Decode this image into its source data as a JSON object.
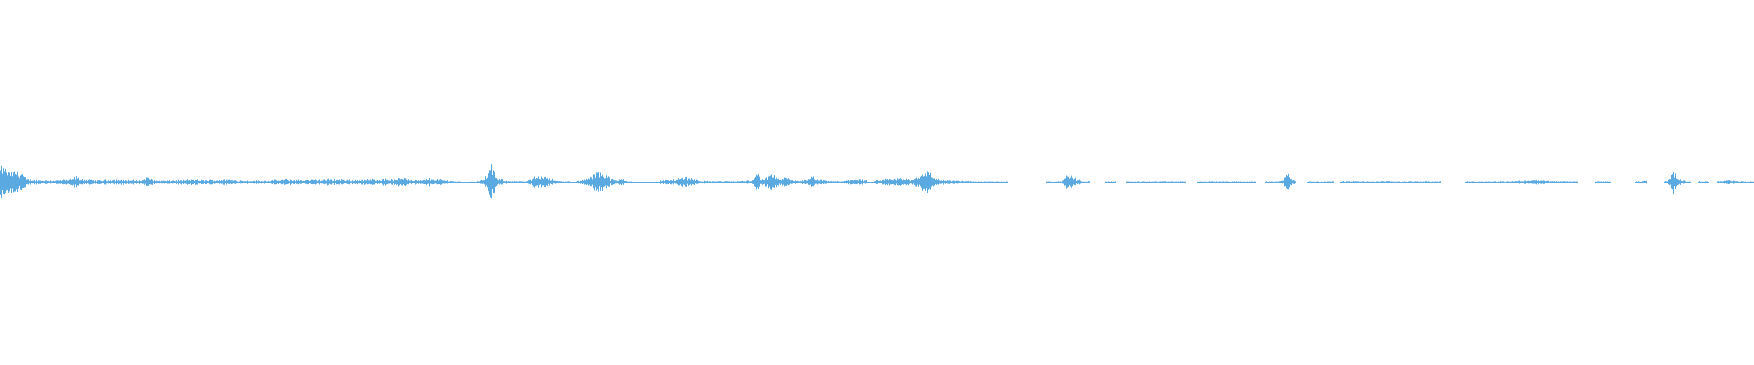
{
  "waveform": {
    "color": "#5aa9e0",
    "background": "#ffffff",
    "envelope": [
      [
        0.0,
        0.06
      ],
      [
        0.003,
        0.05
      ],
      [
        0.006,
        0.04
      ],
      [
        0.009,
        0.045
      ],
      [
        0.012,
        0.04
      ],
      [
        0.015,
        0.012
      ],
      [
        0.02,
        0.01
      ],
      [
        0.03,
        0.008
      ],
      [
        0.04,
        0.012
      ],
      [
        0.043,
        0.022
      ],
      [
        0.046,
        0.015
      ],
      [
        0.05,
        0.01
      ],
      [
        0.055,
        0.008
      ],
      [
        0.06,
        0.01
      ],
      [
        0.068,
        0.012
      ],
      [
        0.072,
        0.01
      ],
      [
        0.08,
        0.009
      ],
      [
        0.084,
        0.02
      ],
      [
        0.088,
        0.008
      ],
      [
        0.095,
        0.007
      ],
      [
        0.105,
        0.01
      ],
      [
        0.11,
        0.012
      ],
      [
        0.115,
        0.009
      ],
      [
        0.125,
        0.011
      ],
      [
        0.13,
        0.012
      ],
      [
        0.135,
        0.008
      ],
      [
        0.15,
        0.007
      ],
      [
        0.163,
        0.012
      ],
      [
        0.17,
        0.01
      ],
      [
        0.18,
        0.011
      ],
      [
        0.19,
        0.013
      ],
      [
        0.2,
        0.01
      ],
      [
        0.21,
        0.012
      ],
      [
        0.22,
        0.015
      ],
      [
        0.225,
        0.01
      ],
      [
        0.23,
        0.021
      ],
      [
        0.235,
        0.01
      ],
      [
        0.24,
        0.008
      ],
      [
        0.245,
        0.016
      ],
      [
        0.25,
        0.012
      ],
      [
        0.255,
        0.008
      ],
      [
        0.26,
        0.004
      ],
      [
        0.27,
        0.003
      ],
      [
        0.276,
        0.012
      ],
      [
        0.28,
        0.075
      ],
      [
        0.283,
        0.015
      ],
      [
        0.29,
        0.006
      ],
      [
        0.3,
        0.004
      ],
      [
        0.305,
        0.022
      ],
      [
        0.31,
        0.032
      ],
      [
        0.315,
        0.01
      ],
      [
        0.32,
        0.004
      ],
      [
        0.33,
        0.006
      ],
      [
        0.336,
        0.018
      ],
      [
        0.342,
        0.048
      ],
      [
        0.348,
        0.015
      ],
      [
        0.352,
        0.005
      ],
      [
        0.354,
        0.018
      ],
      [
        0.358,
        0.004
      ],
      [
        0.364,
        0.004
      ],
      [
        0.37,
        0.004
      ],
      [
        0.38,
        0.01
      ],
      [
        0.385,
        0.012
      ],
      [
        0.39,
        0.022
      ],
      [
        0.395,
        0.014
      ],
      [
        0.4,
        0.006
      ],
      [
        0.41,
        0.005
      ],
      [
        0.42,
        0.005
      ],
      [
        0.428,
        0.008
      ],
      [
        0.431,
        0.04
      ],
      [
        0.434,
        0.012
      ],
      [
        0.437,
        0.018
      ],
      [
        0.44,
        0.034
      ],
      [
        0.443,
        0.012
      ],
      [
        0.448,
        0.018
      ],
      [
        0.452,
        0.008
      ],
      [
        0.46,
        0.009
      ],
      [
        0.463,
        0.022
      ],
      [
        0.467,
        0.01
      ],
      [
        0.473,
        0.006
      ],
      [
        0.48,
        0.004
      ],
      [
        0.486,
        0.014
      ],
      [
        0.49,
        0.012
      ],
      [
        0.495,
        0.006
      ],
      [
        0.5,
        0.008
      ],
      [
        0.505,
        0.012
      ],
      [
        0.512,
        0.016
      ],
      [
        0.52,
        0.012
      ],
      [
        0.525,
        0.032
      ],
      [
        0.528,
        0.048
      ],
      [
        0.532,
        0.02
      ],
      [
        0.537,
        0.01
      ],
      [
        0.545,
        0.007
      ],
      [
        0.55,
        0.006
      ],
      [
        0.555,
        0.004
      ],
      [
        0.572,
        0.004
      ],
      [
        0.596,
        0.005
      ],
      [
        0.6,
        0.004
      ],
      [
        0.605,
        0.005
      ],
      [
        0.609,
        0.032
      ],
      [
        0.612,
        0.018
      ],
      [
        0.617,
        0.005
      ],
      [
        0.631,
        0.004
      ],
      [
        0.64,
        0.004
      ],
      [
        0.66,
        0.004
      ],
      [
        0.669,
        0.004
      ],
      [
        0.683,
        0.004
      ],
      [
        0.69,
        0.004
      ],
      [
        0.7,
        0.004
      ],
      [
        0.71,
        0.004
      ],
      [
        0.72,
        0.004
      ],
      [
        0.729,
        0.004
      ],
      [
        0.732,
        0.016
      ],
      [
        0.734,
        0.036
      ],
      [
        0.737,
        0.01
      ],
      [
        0.74,
        0.004
      ],
      [
        0.75,
        0.004
      ],
      [
        0.76,
        0.004
      ],
      [
        0.77,
        0.005
      ],
      [
        0.78,
        0.004
      ],
      [
        0.789,
        0.005
      ],
      [
        0.8,
        0.004
      ],
      [
        0.815,
        0.005
      ],
      [
        0.82,
        0.004
      ],
      [
        0.83,
        0.004
      ],
      [
        0.845,
        0.004
      ],
      [
        0.86,
        0.005
      ],
      [
        0.87,
        0.008
      ],
      [
        0.875,
        0.012
      ],
      [
        0.88,
        0.008
      ],
      [
        0.885,
        0.005
      ],
      [
        0.898,
        0.004
      ],
      [
        0.91,
        0.004
      ],
      [
        0.925,
        0.004
      ],
      [
        0.935,
        0.004
      ],
      [
        0.938,
        0.01
      ],
      [
        0.942,
        0.004
      ],
      [
        0.95,
        0.006
      ],
      [
        0.952,
        0.022
      ],
      [
        0.954,
        0.044
      ],
      [
        0.957,
        0.016
      ],
      [
        0.96,
        0.008
      ],
      [
        0.963,
        0.004
      ],
      [
        0.967,
        0.004
      ],
      [
        0.98,
        0.005
      ],
      [
        0.985,
        0.01
      ],
      [
        0.99,
        0.005
      ],
      [
        0.995,
        0.004
      ],
      [
        1.0,
        0.004
      ]
    ],
    "gaps": [
      [
        0.263,
        0.267
      ],
      [
        0.325,
        0.328
      ],
      [
        0.36,
        0.376
      ],
      [
        0.494,
        0.498
      ],
      [
        0.574,
        0.596
      ],
      [
        0.621,
        0.63
      ],
      [
        0.636,
        0.642
      ],
      [
        0.676,
        0.682
      ],
      [
        0.716,
        0.721
      ],
      [
        0.739,
        0.745
      ],
      [
        0.76,
        0.764
      ],
      [
        0.821,
        0.835
      ],
      [
        0.899,
        0.909
      ],
      [
        0.918,
        0.932
      ],
      [
        0.939,
        0.948
      ],
      [
        0.964,
        0.968
      ],
      [
        0.974,
        0.979
      ]
    ]
  }
}
